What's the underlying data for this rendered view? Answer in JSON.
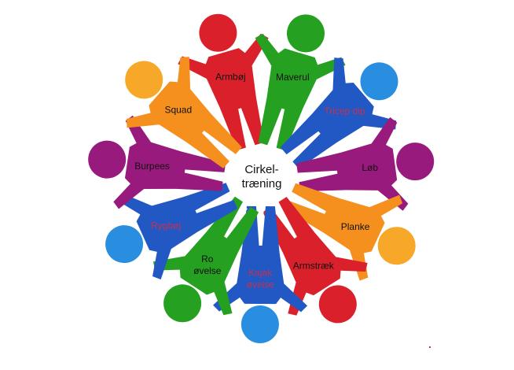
{
  "center_label": {
    "line1": "Cirkel-",
    "line2": "træning"
  },
  "figures": [
    {
      "label": [
        "Armbøj"
      ],
      "color": "#d9202b",
      "label_color": "#111111"
    },
    {
      "label": [
        "Maverul"
      ],
      "color": "#25a020",
      "label_color": "#111111"
    },
    {
      "label": [
        "Tricep dip"
      ],
      "color": "#2158c4",
      "head_color": "#2a8ee0",
      "label_color": "#c8304e"
    },
    {
      "label": [
        "Løb"
      ],
      "color": "#981a7c",
      "label_color": "#111111"
    },
    {
      "label": [
        "Planke"
      ],
      "color": "#f5901e",
      "head_color": "#f8a828",
      "label_color": "#111111"
    },
    {
      "label": [
        "Armstræk"
      ],
      "color": "#d9202b",
      "label_color": "#111111"
    },
    {
      "label": [
        "Kajak",
        "øvelse"
      ],
      "color": "#2158c4",
      "head_color": "#2a8ee0",
      "label_color": "#c8304e"
    },
    {
      "label": [
        "Ro",
        "øvelse"
      ],
      "color": "#25a020",
      "label_color": "#111111"
    },
    {
      "label": [
        "Rygbøj"
      ],
      "color": "#2158c4",
      "head_color": "#2a8ee0",
      "label_color": "#c8304e"
    },
    {
      "label": [
        "Burpees"
      ],
      "color": "#981a7c",
      "label_color": "#111111"
    },
    {
      "label": [
        "Squad"
      ],
      "color": "#f5901e",
      "head_color": "#f8a828",
      "label_color": "#111111"
    }
  ]
}
